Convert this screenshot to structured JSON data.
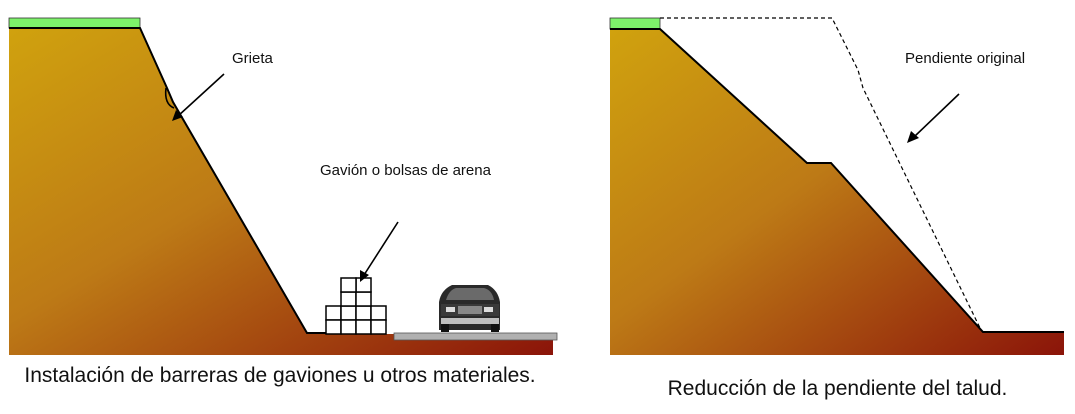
{
  "left_panel": {
    "label_crack": "Grieta",
    "label_gabion": "Gavión o bolsas de arena",
    "caption": "Instalación de barreras de gaviones u otros materiales.",
    "icon": "truck-icon"
  },
  "right_panel": {
    "label_original": "Pendiente original",
    "caption": "Reducción de la pendiente del talud."
  },
  "colors": {
    "soil_light": "#c99a10",
    "soil_mid": "#b25f1c",
    "soil_dark": "#8a0f0a",
    "grass": "#7df26a",
    "road": "#b0b0b0"
  }
}
